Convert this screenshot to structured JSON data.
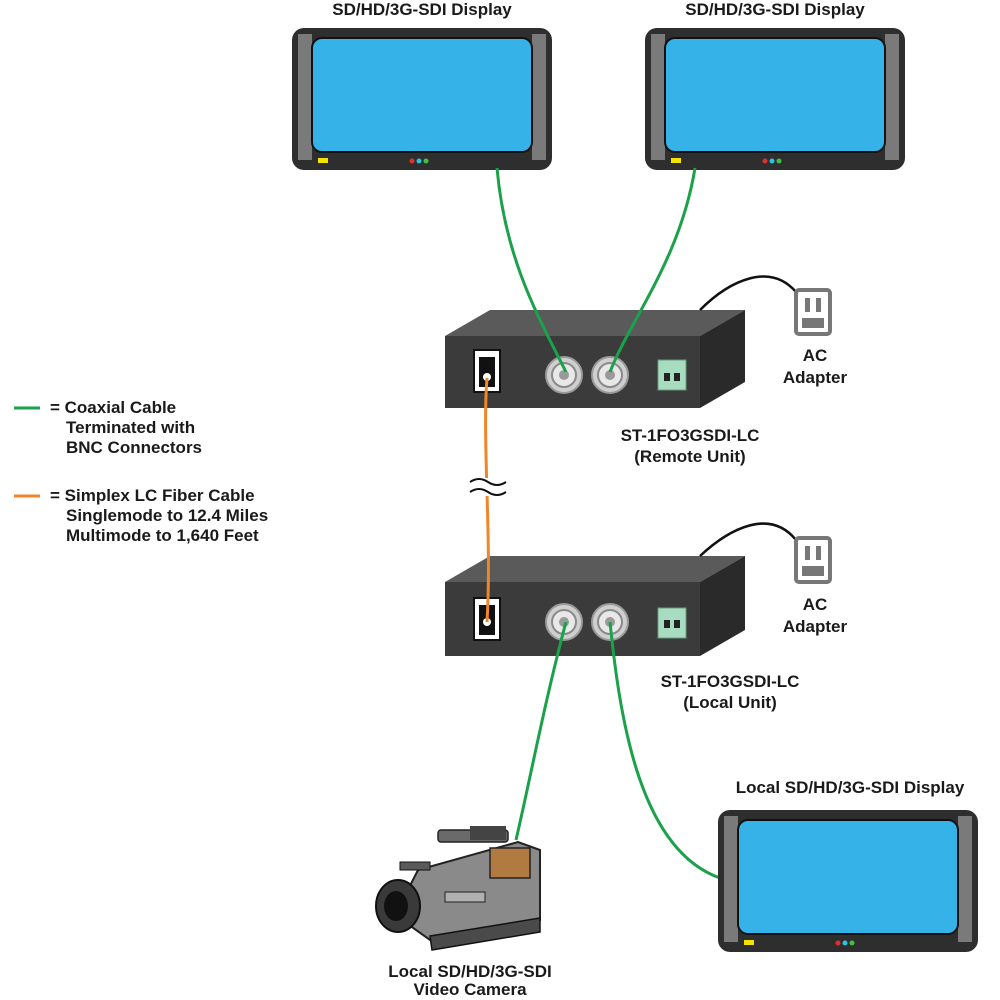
{
  "displays": {
    "top_left_label": "SD/HD/3G-SDI Display",
    "top_right_label": "SD/HD/3G-SDI Display",
    "local_label": "Local SD/HD/3G-SDI Display"
  },
  "remote_unit": {
    "model": "ST-1FO3GSDI-LC",
    "role": "(Remote Unit)",
    "adapter_line1": "AC",
    "adapter_line2": "Adapter"
  },
  "local_unit": {
    "model": "ST-1FO3GSDI-LC",
    "role": "(Local Unit)",
    "adapter_line1": "AC",
    "adapter_line2": "Adapter"
  },
  "camera": {
    "line1": "Local SD/HD/3G-SDI",
    "line2": "Video Camera"
  },
  "legend": {
    "coax": {
      "color": "#1aa14a",
      "line1": "= Coaxial Cable",
      "line2": "Terminated with",
      "line3": "BNC Connectors"
    },
    "fiber": {
      "color": "#f0862a",
      "line1": "= Simplex LC Fiber Cable",
      "line2": "Singlemode to 12.4 Miles",
      "line3": "Multimode to 1,640 Feet"
    }
  },
  "colors": {
    "screen": "#35b3e8",
    "bezel": "#3a3a3a",
    "box_front": "#3b3b3b",
    "box_top": "#555555",
    "coax": "#1aa14a",
    "fiber": "#f0862a"
  }
}
